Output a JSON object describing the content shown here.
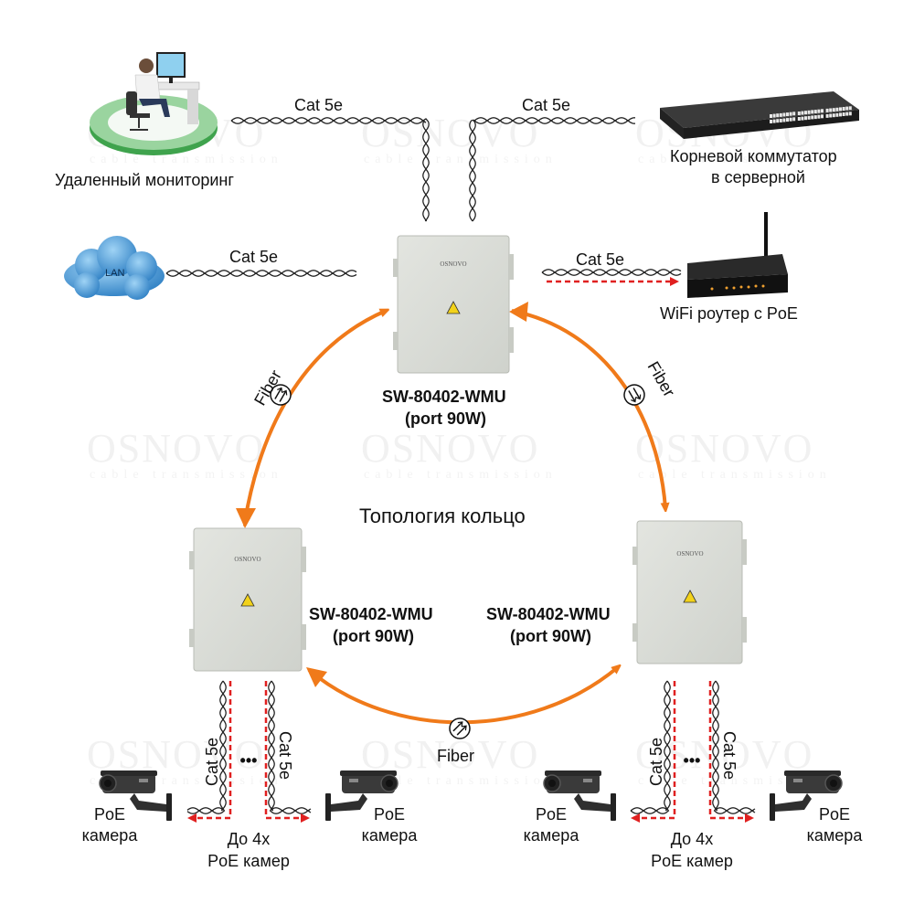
{
  "diagram": {
    "title": "Топология кольцо",
    "watermark": {
      "brand": "OSNOVO",
      "tagline": "cable transmission"
    },
    "colors": {
      "fiber": "#f07a1a",
      "poe_arrow": "#e02020",
      "cable": "#222222",
      "enclosure": "#d9dcd6",
      "cloud": "#3a8fd0",
      "platform_green": "#4caf50"
    },
    "nodes": {
      "remote_monitoring": {
        "label": "Удаленный мониторинг"
      },
      "core_switch": {
        "label_line1": "Корневой коммутатор",
        "label_line2": "в серверной"
      },
      "lan": {
        "label": "LAN"
      },
      "wifi_router": {
        "label": "WiFi роутер с PoE"
      },
      "switch_top": {
        "model": "SW-80402-WMU",
        "port": "(port 90W)",
        "brand": "OSNOVO"
      },
      "switch_left": {
        "model": "SW-80402-WMU",
        "port": "(port 90W)",
        "brand": "OSNOVO"
      },
      "switch_right": {
        "model": "SW-80402-WMU",
        "port": "(port 90W)",
        "brand": "OSNOVO"
      }
    },
    "links": {
      "cat5e": "Cat 5e",
      "fiber": "Fiber"
    },
    "cameras": {
      "camera_label_line1": "PoE",
      "camera_label_line2": "камера",
      "group_label_line1": "До 4x",
      "group_label_line2": "PoE камер",
      "ellipsis": "•••"
    }
  }
}
